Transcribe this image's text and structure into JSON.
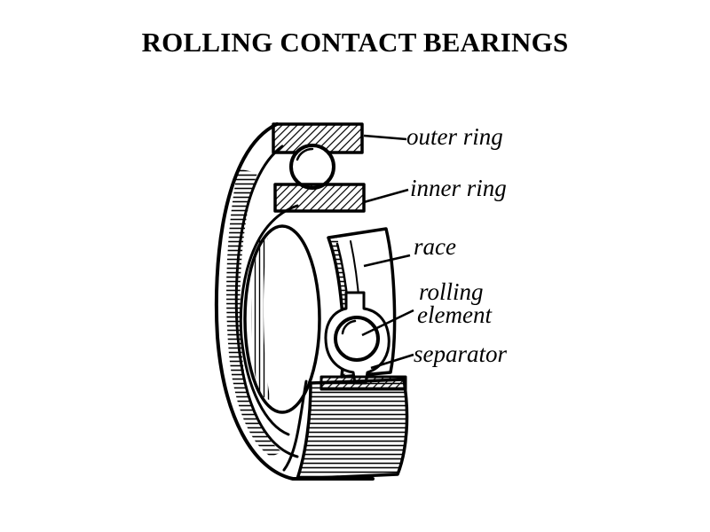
{
  "slide": {
    "title": "ROLLING CONTACT BEARINGS"
  },
  "labels": {
    "outer_ring": "outer ring",
    "inner_ring": "inner ring",
    "race": "race",
    "rolling_element_line1": "rolling",
    "rolling_element_line2": "element",
    "separator": "separator"
  }
}
